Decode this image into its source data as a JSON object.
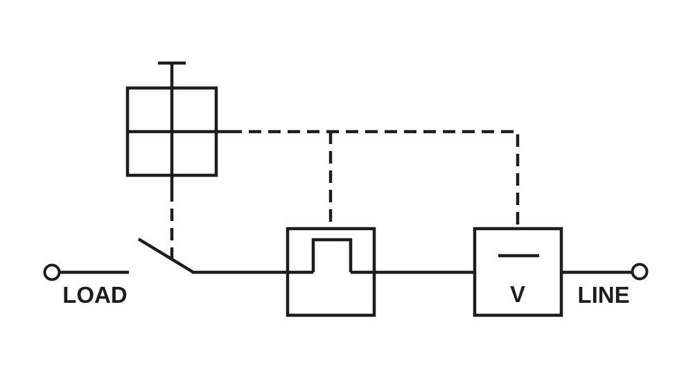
{
  "diagram": {
    "type": "circuit-schematic",
    "background": "#ffffff",
    "stroke_color": "#1d1d1b",
    "labels": {
      "load": "LOAD",
      "line": "LINE",
      "meter": "V"
    },
    "components": [
      "load-terminal",
      "switch-contact",
      "control-unit-grid-symbol",
      "pulse-command-box",
      "voltage-meter-box",
      "line-terminal"
    ]
  }
}
